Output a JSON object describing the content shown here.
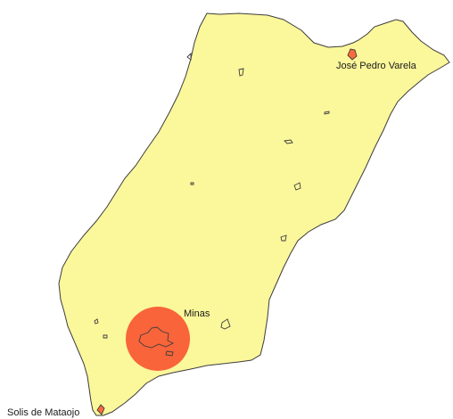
{
  "map": {
    "colors": {
      "background": "#ffffff",
      "land_fill": "#fbf79b",
      "border": "#3d3d3d",
      "urban_fill": "#fb6b3c",
      "urban_highlight": "#f9643a"
    },
    "places": [
      {
        "id": "minas",
        "label": "Minas"
      },
      {
        "id": "jose-pedro-varela",
        "label": "José Pedro Varela"
      },
      {
        "id": "solis-de-mataojo",
        "label": "Solis de Mataojo"
      }
    ]
  }
}
